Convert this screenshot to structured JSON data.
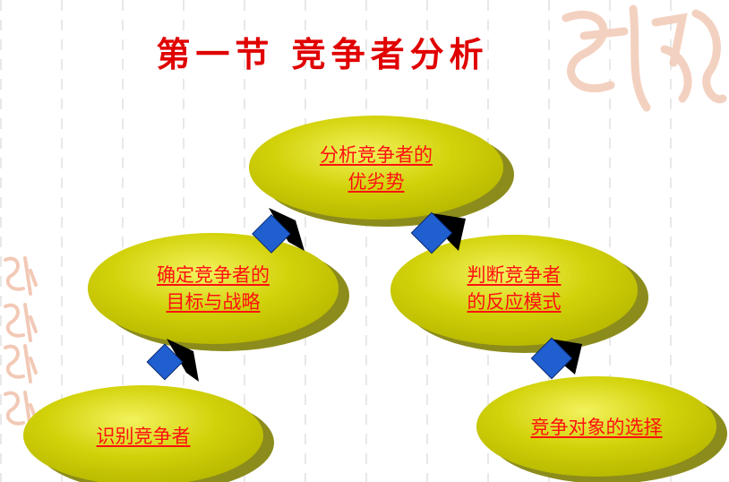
{
  "title": "第一节  竞争者分析",
  "colors": {
    "title": "#e00000",
    "ellipse_fill": "#cccc00",
    "ellipse_shadow": "#8c8c1c",
    "ellipse_highlight": "#f0f05a",
    "arrow_fill": "#1f5fd0",
    "link_text": "#ff1010",
    "seal": "#f2c9b6"
  },
  "nodes": [
    {
      "line1": "识别竞争者",
      "line2": ""
    },
    {
      "line1": "确定竞争者的",
      "line2": "目标与战略"
    },
    {
      "line1": "分析竞争者的",
      "line2": "优劣势"
    },
    {
      "line1": "判断竞争者",
      "line2": "的反应模式"
    },
    {
      "line1": "竞争对象的选择",
      "line2": ""
    }
  ]
}
